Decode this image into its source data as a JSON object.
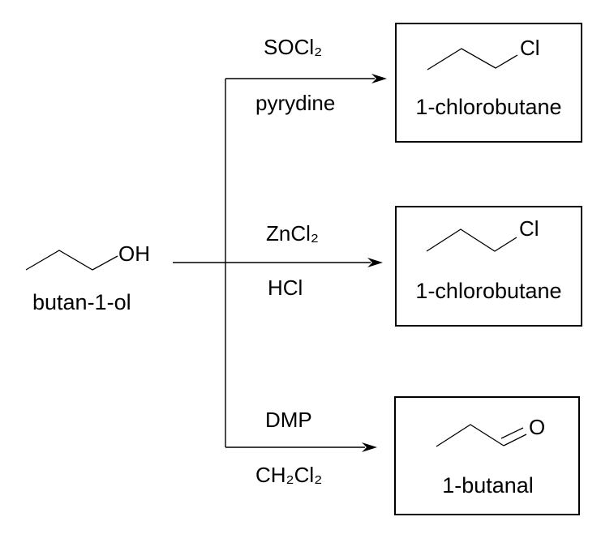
{
  "diagram": {
    "title_hint": "reaction scheme of butan-1-ol conversions",
    "reactant": {
      "name": "butan-1-ol",
      "group_label": "OH"
    },
    "reactions": [
      {
        "reagent": "SOCl₂",
        "solvent": "pyrydine",
        "product": {
          "name": "1-chlorobutane",
          "group_label": "Cl"
        }
      },
      {
        "reagent": "ZnCl₂",
        "solvent": "HCl",
        "product": {
          "name": "1-chlorobutane",
          "group_label": "Cl"
        }
      },
      {
        "reagent": "DMP",
        "solvent": "CH₂Cl₂",
        "product": {
          "name": "1-butanal",
          "group_label": "O"
        }
      }
    ],
    "colors": {
      "line": "#000000",
      "text": "#000000",
      "background": "#ffffff"
    }
  }
}
